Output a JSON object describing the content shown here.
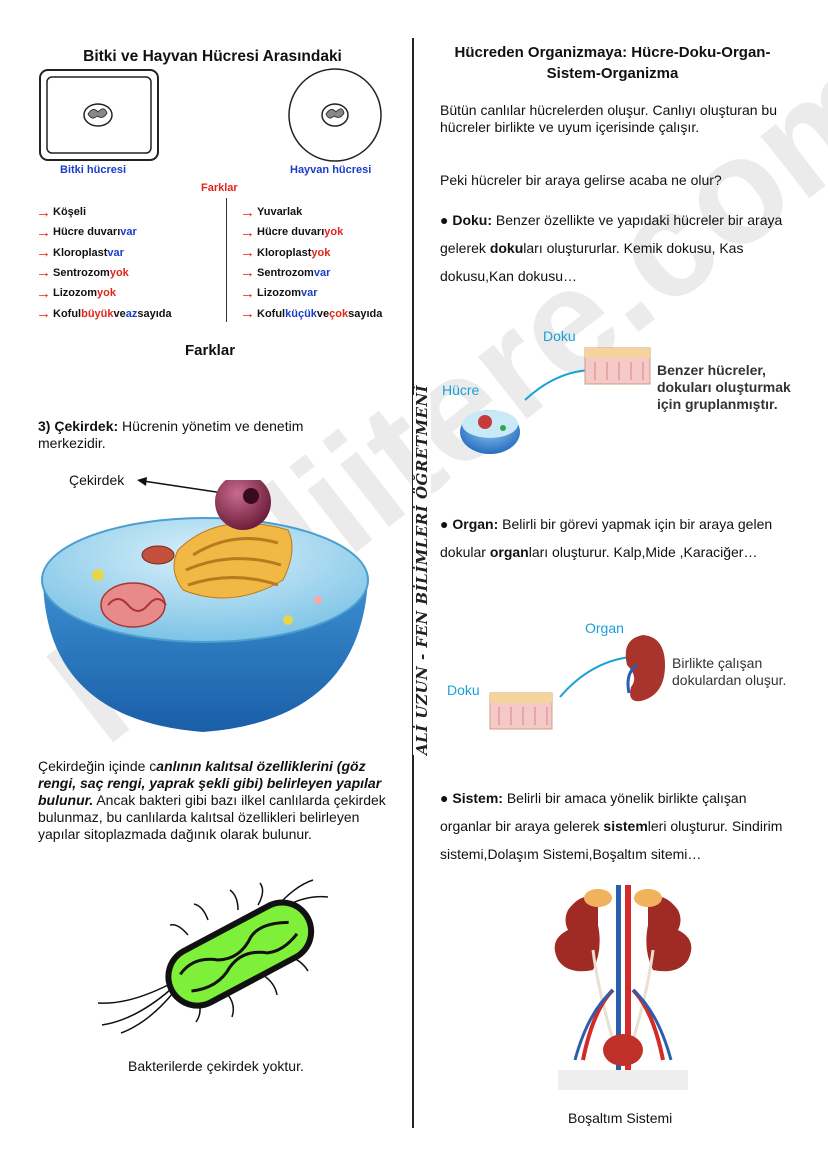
{
  "left": {
    "plant_animal_title": "Bitki ve Hayvan Hücresi Arasındaki",
    "plant_cell_label": "Bitki hücresi",
    "animal_cell_label": "Hayvan hücresi",
    "diff_header": "Farklar",
    "plant_rows": [
      {
        "a": "Köşeli",
        "b": "",
        "c": "",
        "d": ""
      },
      {
        "a": "Hücre duvarı ",
        "b": "var",
        "c": "",
        "d": ""
      },
      {
        "a": "Kloroplast ",
        "b": "var",
        "c": "",
        "d": ""
      },
      {
        "a": "Sentrozom ",
        "b": "yok",
        "c": "",
        "d": ""
      },
      {
        "a": "Lizozom ",
        "b": "yok",
        "c": "",
        "d": ""
      },
      {
        "a": "Koful ",
        "b": "büyük",
        "c": " ve ",
        "d": "az",
        "e": " sayıda"
      }
    ],
    "animal_rows": [
      {
        "a": "Yuvarlak",
        "b": ""
      },
      {
        "a": "Hücre duvarı ",
        "b": "yok"
      },
      {
        "a": "Kloroplast ",
        "b": "yok"
      },
      {
        "a": "Sentrozom ",
        "b": "var"
      },
      {
        "a": "Lizozom ",
        "b": "var"
      },
      {
        "a": "Koful ",
        "b": "küçük",
        "c": " ve ",
        "d": "çok",
        "e": " sayıda"
      }
    ],
    "diff_footer": "Farklar",
    "nucleus_heading": "3) Çekirdek:",
    "nucleus_text": " Hücrenin yönetim ve denetim merkezidir.",
    "nucleus_pointer_label": "Çekirdek",
    "nucleus_p1": "Çekirdeğin içinde c",
    "nucleus_p2": "anlının kalıtsal özelliklerini (göz rengi, saç rengi, yaprak şekli gibi) belirleyen yapılar bulunur.",
    "nucleus_p3": " Ancak bakteri gibi bazı ilkel canlılarda çekirdek bulunmaz, bu canlılarda kalıtsal özellikleri belirleyen yapılar sitoplazmada dağınık olarak bulunur.",
    "bacteria_caption": "Bakterilerde çekirdek yoktur."
  },
  "right": {
    "title": "Hücreden Organizmaya: Hücre-Doku-Organ-Sistem-Organizma",
    "intro": "Bütün canlılar hücrelerden oluşur. Canlıyı oluşturan bu hücreler birlikte ve uyum içerisinde çalışır.",
    "question": "Peki hücreler bir araya gelirse acaba ne olur?",
    "doku_bullet": "● ",
    "doku_head": "Doku:",
    "doku_t1": " Benzer özellikte ve yapıdaki hücreler bir araya gelerek ",
    "doku_b": "doku",
    "doku_t2": "ları oluştururlar. Kemik dokusu, Kas dokusu,Kan dokusu…",
    "fig1_doku": "Doku",
    "fig1_hucre": "Hücre",
    "fig1_text": "Benzer hücreler, dokuları oluşturmak için gruplanmıştır.",
    "organ_head": "Organ:",
    "organ_t1": " Belirli bir görevi yapmak için bir araya gelen dokular ",
    "organ_b": "organ",
    "organ_t2": "ları oluşturur. Kalp,Mide ,Karaciğer…",
    "fig2_organ": "Organ",
    "fig2_doku": "Doku",
    "fig2_text": "Birlikte çalışan dokulardan oluşur.",
    "sistem_head": "Sistem:",
    "sistem_t1": " Belirli bir amaca yönelik birlikte çalışan organlar bir araya gelerek ",
    "sistem_b": "sistem",
    "sistem_t2": "leri oluşturur. Sindirim sistemi,Dolaşım Sistemi,Boşaltım sitemi…",
    "system_caption": "Boşaltım Sistemi"
  },
  "vertical_signature": "ALİ UZUN - FEN BİLİMLERİ ÖĞRETMENİ",
  "watermark": "hanliitere.com",
  "colors": {
    "blue": "#1a3cc8",
    "red": "#e0261b",
    "arrow_teal": "#1aa0d8"
  }
}
